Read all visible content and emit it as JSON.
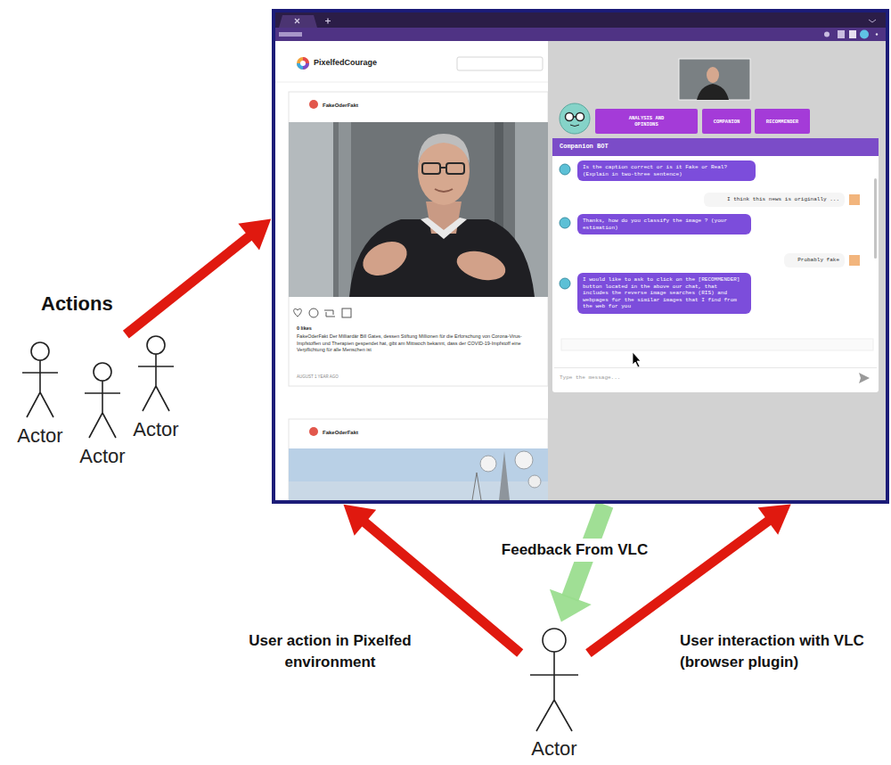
{
  "diagram": {
    "nodes": [
      {
        "text": [
          "PixelfedCourage",
          "FakeOderFakt",
          "0 likes",
          "FakeOderFakt Der Milliardär Bill Gates, dessen Stiftung Millionen für die Erforschung von Corona-Virus-Impfstoffen und Therapien gespendet hat, gibt am Mittwoch bekannt, dass der COVID-19-Impfstoff eine Verpflichtung für alle Menschen ist",
          "AUGUST 1 YEAR AGO",
          "FakeOderFakt"
        ]
      },
      {
        "text": [
          "ANALYSIS AND OPINIONS"
        ],
        "in": 0
      },
      {
        "text": [
          "COMPANION"
        ],
        "in": 0
      },
      {
        "text": [
          "RECOMMENDER"
        ],
        "in": 0
      },
      {
        "text": [
          "Companion BOT"
        ],
        "in": 0
      },
      {
        "text": [
          "Is the caption correct or is it Fake or Real? (Explain in two-three sentence)"
        ],
        "in": 4
      },
      {
        "text": [
          "I think this news is originally ..."
        ],
        "in": 4
      },
      {
        "text": [
          "Thanks, how do you classify the image ? (your estimation)"
        ],
        "in": 4
      },
      {
        "text": [
          "Probably fake"
        ],
        "in": 4
      },
      {
        "text": [
          "I would like to ask to click on the [RECOMMENDER] button located in the above our chat, that includes the reverse image searches (RIS) and webpages for the similar images that I find from the web for you"
        ],
        "in": 4
      },
      {
        "text": [
          "Type the message..."
        ],
        "in": 4
      },
      {
        "text": [
          "Actor"
        ]
      },
      {
        "text": [
          "Actor"
        ]
      },
      {
        "text": [
          "Actor"
        ]
      },
      {
        "text": [
          "Actor"
        ]
      }
    ],
    "edges": [
      {
        "from": 13,
        "to": 0,
        "label": "Actions",
        "arrow": "to"
      },
      {
        "from": 14,
        "to": 0,
        "label": "User action in Pixelfed environment",
        "arrow": "to"
      },
      {
        "from": 14,
        "to": 0,
        "label": "User interaction with VLC (browser plugin)",
        "arrow": "to"
      },
      {
        "from": 0,
        "to": 14,
        "label": "Feedback From VLC",
        "arrow": "to"
      }
    ]
  }
}
